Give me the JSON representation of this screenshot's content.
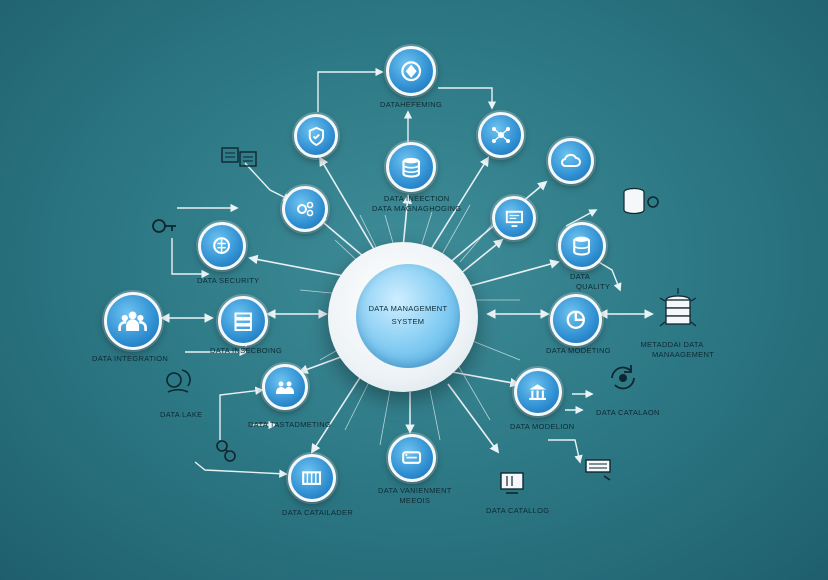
{
  "hub": {
    "line1": "DATA MANAGEMENT",
    "line2": "SYSTEM"
  },
  "labels": {
    "top": "DATAHEFEMING",
    "center_upper_1": "DATA INEECTION",
    "center_upper_2": "DATA MAGNAGHOGING",
    "security": "DATA SECURITY",
    "quality_1": "DATA",
    "quality_2": "QUALITY",
    "integration": "DATA INTEGRATION",
    "insecboing": "DATA INSECBOING",
    "modeting": "DATA MODETING",
    "metadata_1": "METADDAI DATA",
    "metadata_2": "MANAAGEMENT",
    "lake": "DATA LAKE",
    "tastadmeting": "DATA TASTADMETING",
    "catalaon": "DATA CATALAON",
    "modelion": "DATA MODELION",
    "vanienment_1": "DATA VANIENMENT",
    "vanienment_2": "MEEOIS",
    "catailader": "DATA CATAILADER",
    "catallog": "DATA CATALLOG"
  },
  "colors": {
    "background": "#2e7a87",
    "node": "#2f8fd2",
    "hub": "#7fcaf2",
    "wire": "#e8f1f4"
  }
}
